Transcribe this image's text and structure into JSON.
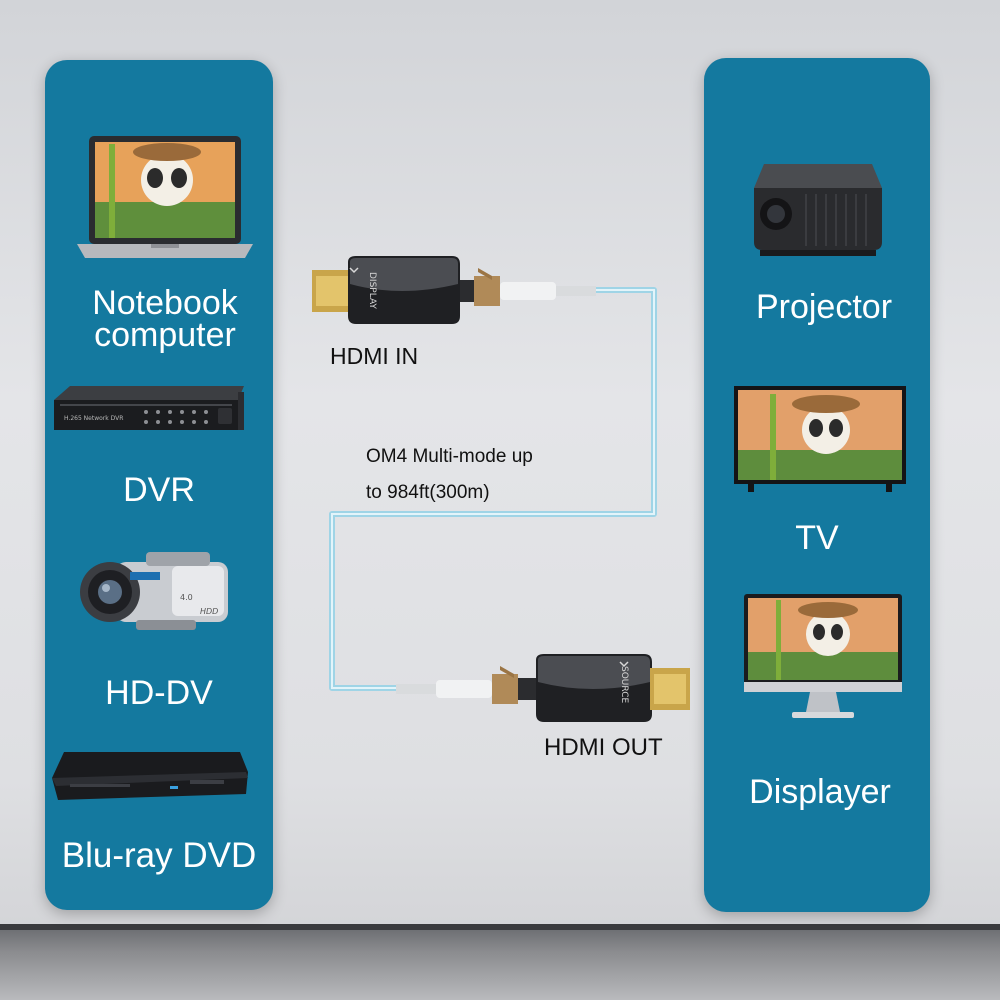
{
  "source_devices": {
    "notebook": {
      "label_line1": "Notebook",
      "label_line2": "computer",
      "icon": "laptop-icon"
    },
    "dvr": {
      "label": "DVR",
      "icon": "dvr-icon"
    },
    "hddv": {
      "label": "HD-DV",
      "icon": "camcorder-icon"
    },
    "bluray": {
      "label": "Blu-ray DVD",
      "icon": "bluray-player-icon"
    }
  },
  "display_devices": {
    "projector": {
      "label": "Projector",
      "icon": "projector-icon"
    },
    "tv": {
      "label": "TV",
      "icon": "tv-icon"
    },
    "displayer": {
      "label": "Displayer",
      "icon": "monitor-icon"
    }
  },
  "connectors": {
    "hdmi_in": {
      "label": "HDMI IN",
      "marking": "DISPLAY"
    },
    "hdmi_out": {
      "label": "HDMI OUT",
      "marking": "SOURCE"
    }
  },
  "cable": {
    "spec_line1": "OM4 Multi-mode up",
    "spec_line2": "to 984ft(300m)",
    "color": "#9fd4e6"
  },
  "device_screen_texts": {
    "dvr_model": "H.265 Network DVR",
    "camcorder_badge": "4.0",
    "camcorder_hdd": "HDD"
  },
  "colors": {
    "panel": "#14799f",
    "label_text": "#ffffff"
  }
}
